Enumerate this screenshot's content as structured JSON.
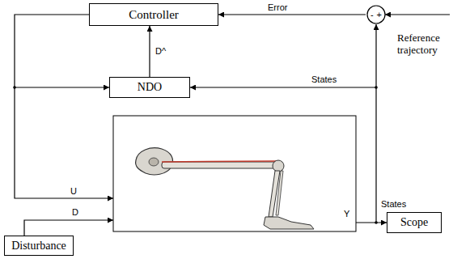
{
  "diagram": {
    "nodes": [
      {
        "text": [
          "Controller"
        ]
      },
      {
        "text": [
          "-",
          "+"
        ]
      },
      {
        "text": [
          "NDO"
        ]
      },
      {
        "text": [
          "Scope"
        ]
      },
      {
        "text": [
          "Disturbance"
        ]
      }
    ],
    "edges": [
      {
        "from": 1,
        "to": 0,
        "label": "Error",
        "arrow": "to"
      },
      {
        "from": 2,
        "to": 0,
        "label": "D^",
        "arrow": "to"
      },
      {
        "from": 0,
        "to": 2,
        "arrow": "to"
      }
    ],
    "labels": [
      "States",
      "U",
      "Y",
      "States",
      "D",
      "Reference trajectory"
    ]
  }
}
